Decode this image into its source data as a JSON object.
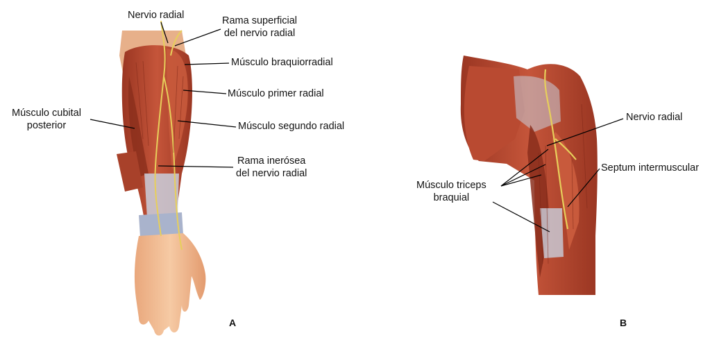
{
  "figure": {
    "panel_a": {
      "letter": "A",
      "labels": {
        "nervio_radial": "Nervio radial",
        "rama_superficial": [
          "Rama superficial",
          "del nervio radial"
        ],
        "braquiorradial": "Músculo braquiorradial",
        "primer_radial": "Músculo primer radial",
        "cubital_posterior": [
          "Músculo cubital",
          "posterior"
        ],
        "segundo_radial": "Músculo segundo radial",
        "rama_interosea": [
          "Rama inerósea",
          "del nervio radial"
        ]
      }
    },
    "panel_b": {
      "letter": "B",
      "labels": {
        "nervio_radial": "Nervio radial",
        "septum": "Septum intermuscular",
        "triceps": [
          "Músculo triceps",
          "braquial"
        ]
      }
    },
    "colors": {
      "muscle": "#b5452d",
      "muscle_dark": "#8a2e1c",
      "muscle_light": "#d9745a",
      "skin": "#f1b98e",
      "tendon": "#b7c0d6",
      "nerve": "#e7cf5b",
      "leader_line": "#000000"
    }
  }
}
